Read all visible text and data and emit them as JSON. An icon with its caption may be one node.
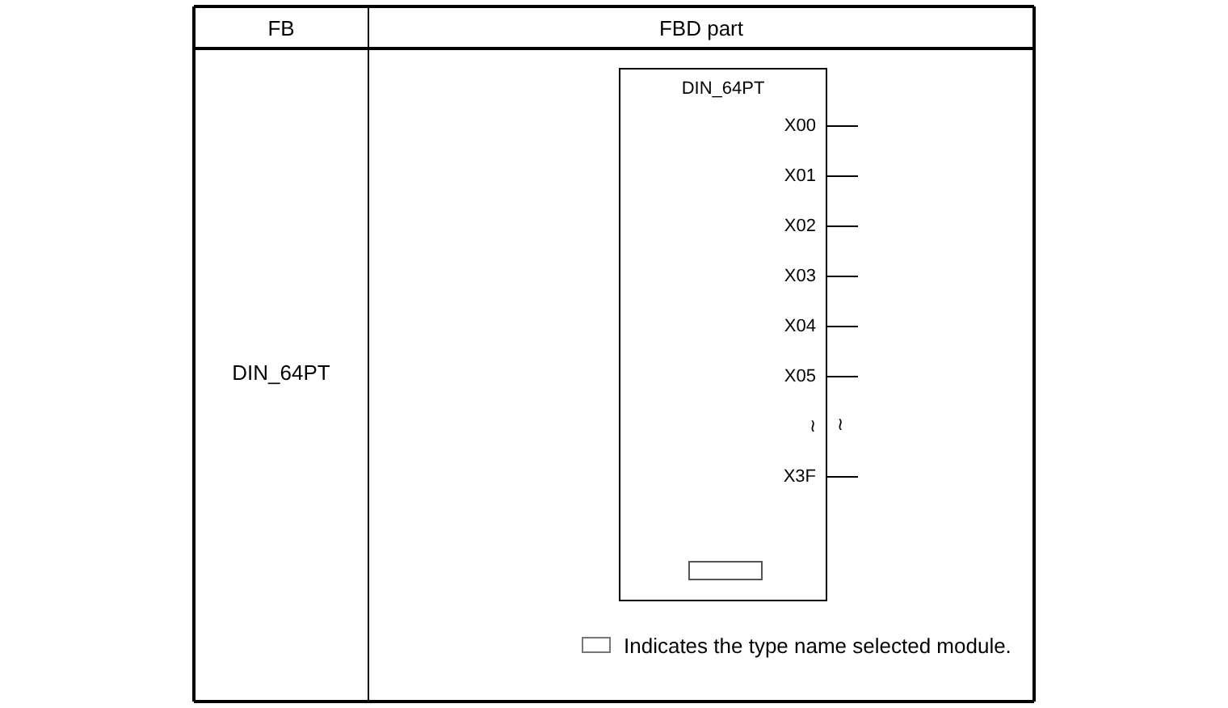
{
  "diagram": {
    "nodes": [
      {
        "text": [
          "DIN_64PT"
        ]
      },
      {
        "text": [],
        "shape": "box",
        "in": 0
      }
    ],
    "labels": [
      "FB",
      "FBD part",
      "DIN_64PT",
      "X00",
      "X01",
      "X02",
      "X03",
      "X04",
      "X05",
      "≀",
      "≀",
      "X3F"
    ],
    "legend": [
      {
        "text": "Indicates the type name selected module."
      }
    ]
  }
}
